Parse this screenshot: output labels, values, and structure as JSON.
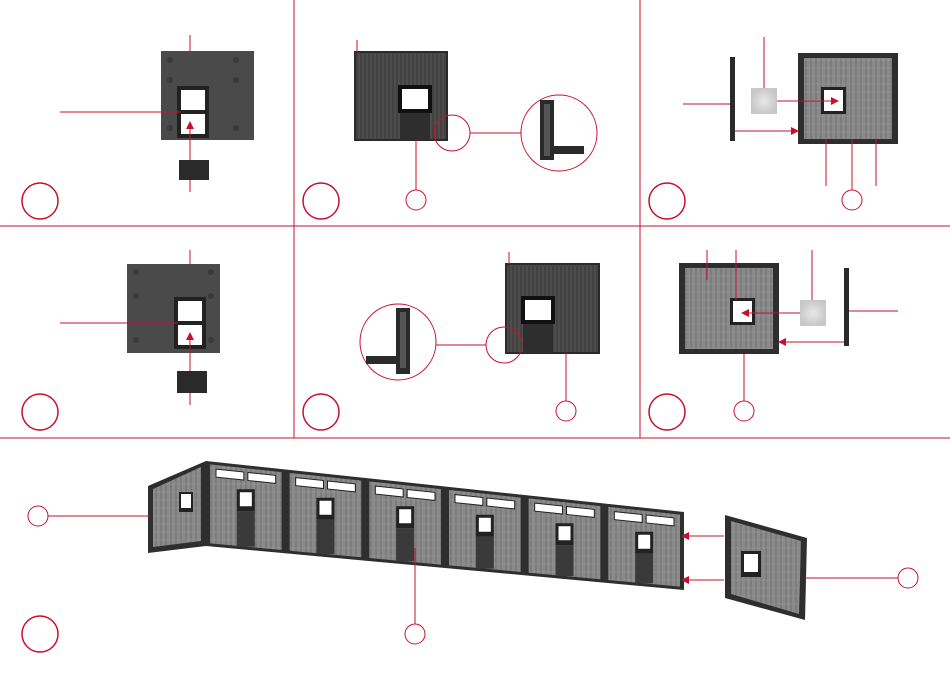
{
  "accent_color": "#c8102e",
  "wall_color": "#4a4a4a",
  "wall_dark": "#2a2a2a",
  "pane_color": "#b8b8b8",
  "glass_color": "#ffffff",
  "step_badges": [
    {
      "id": "step-1",
      "text": ""
    },
    {
      "id": "step-2",
      "text": ""
    },
    {
      "id": "step-3",
      "text": ""
    },
    {
      "id": "step-4",
      "text": ""
    },
    {
      "id": "step-5",
      "text": ""
    },
    {
      "id": "step-6",
      "text": ""
    },
    {
      "id": "step-7",
      "text": ""
    }
  ],
  "part_callouts": [
    {
      "id": "callout-a",
      "text": ""
    },
    {
      "id": "callout-b",
      "text": ""
    },
    {
      "id": "callout-c",
      "text": ""
    },
    {
      "id": "callout-d",
      "text": ""
    },
    {
      "id": "callout-e",
      "text": ""
    },
    {
      "id": "callout-f",
      "text": ""
    },
    {
      "id": "callout-g",
      "text": ""
    },
    {
      "id": "callout-h",
      "text": ""
    }
  ],
  "icons": [
    "wall-panel-icon",
    "window-frame-icon",
    "glass-pane-icon",
    "arrow-icon",
    "magnifier-detail-icon"
  ]
}
